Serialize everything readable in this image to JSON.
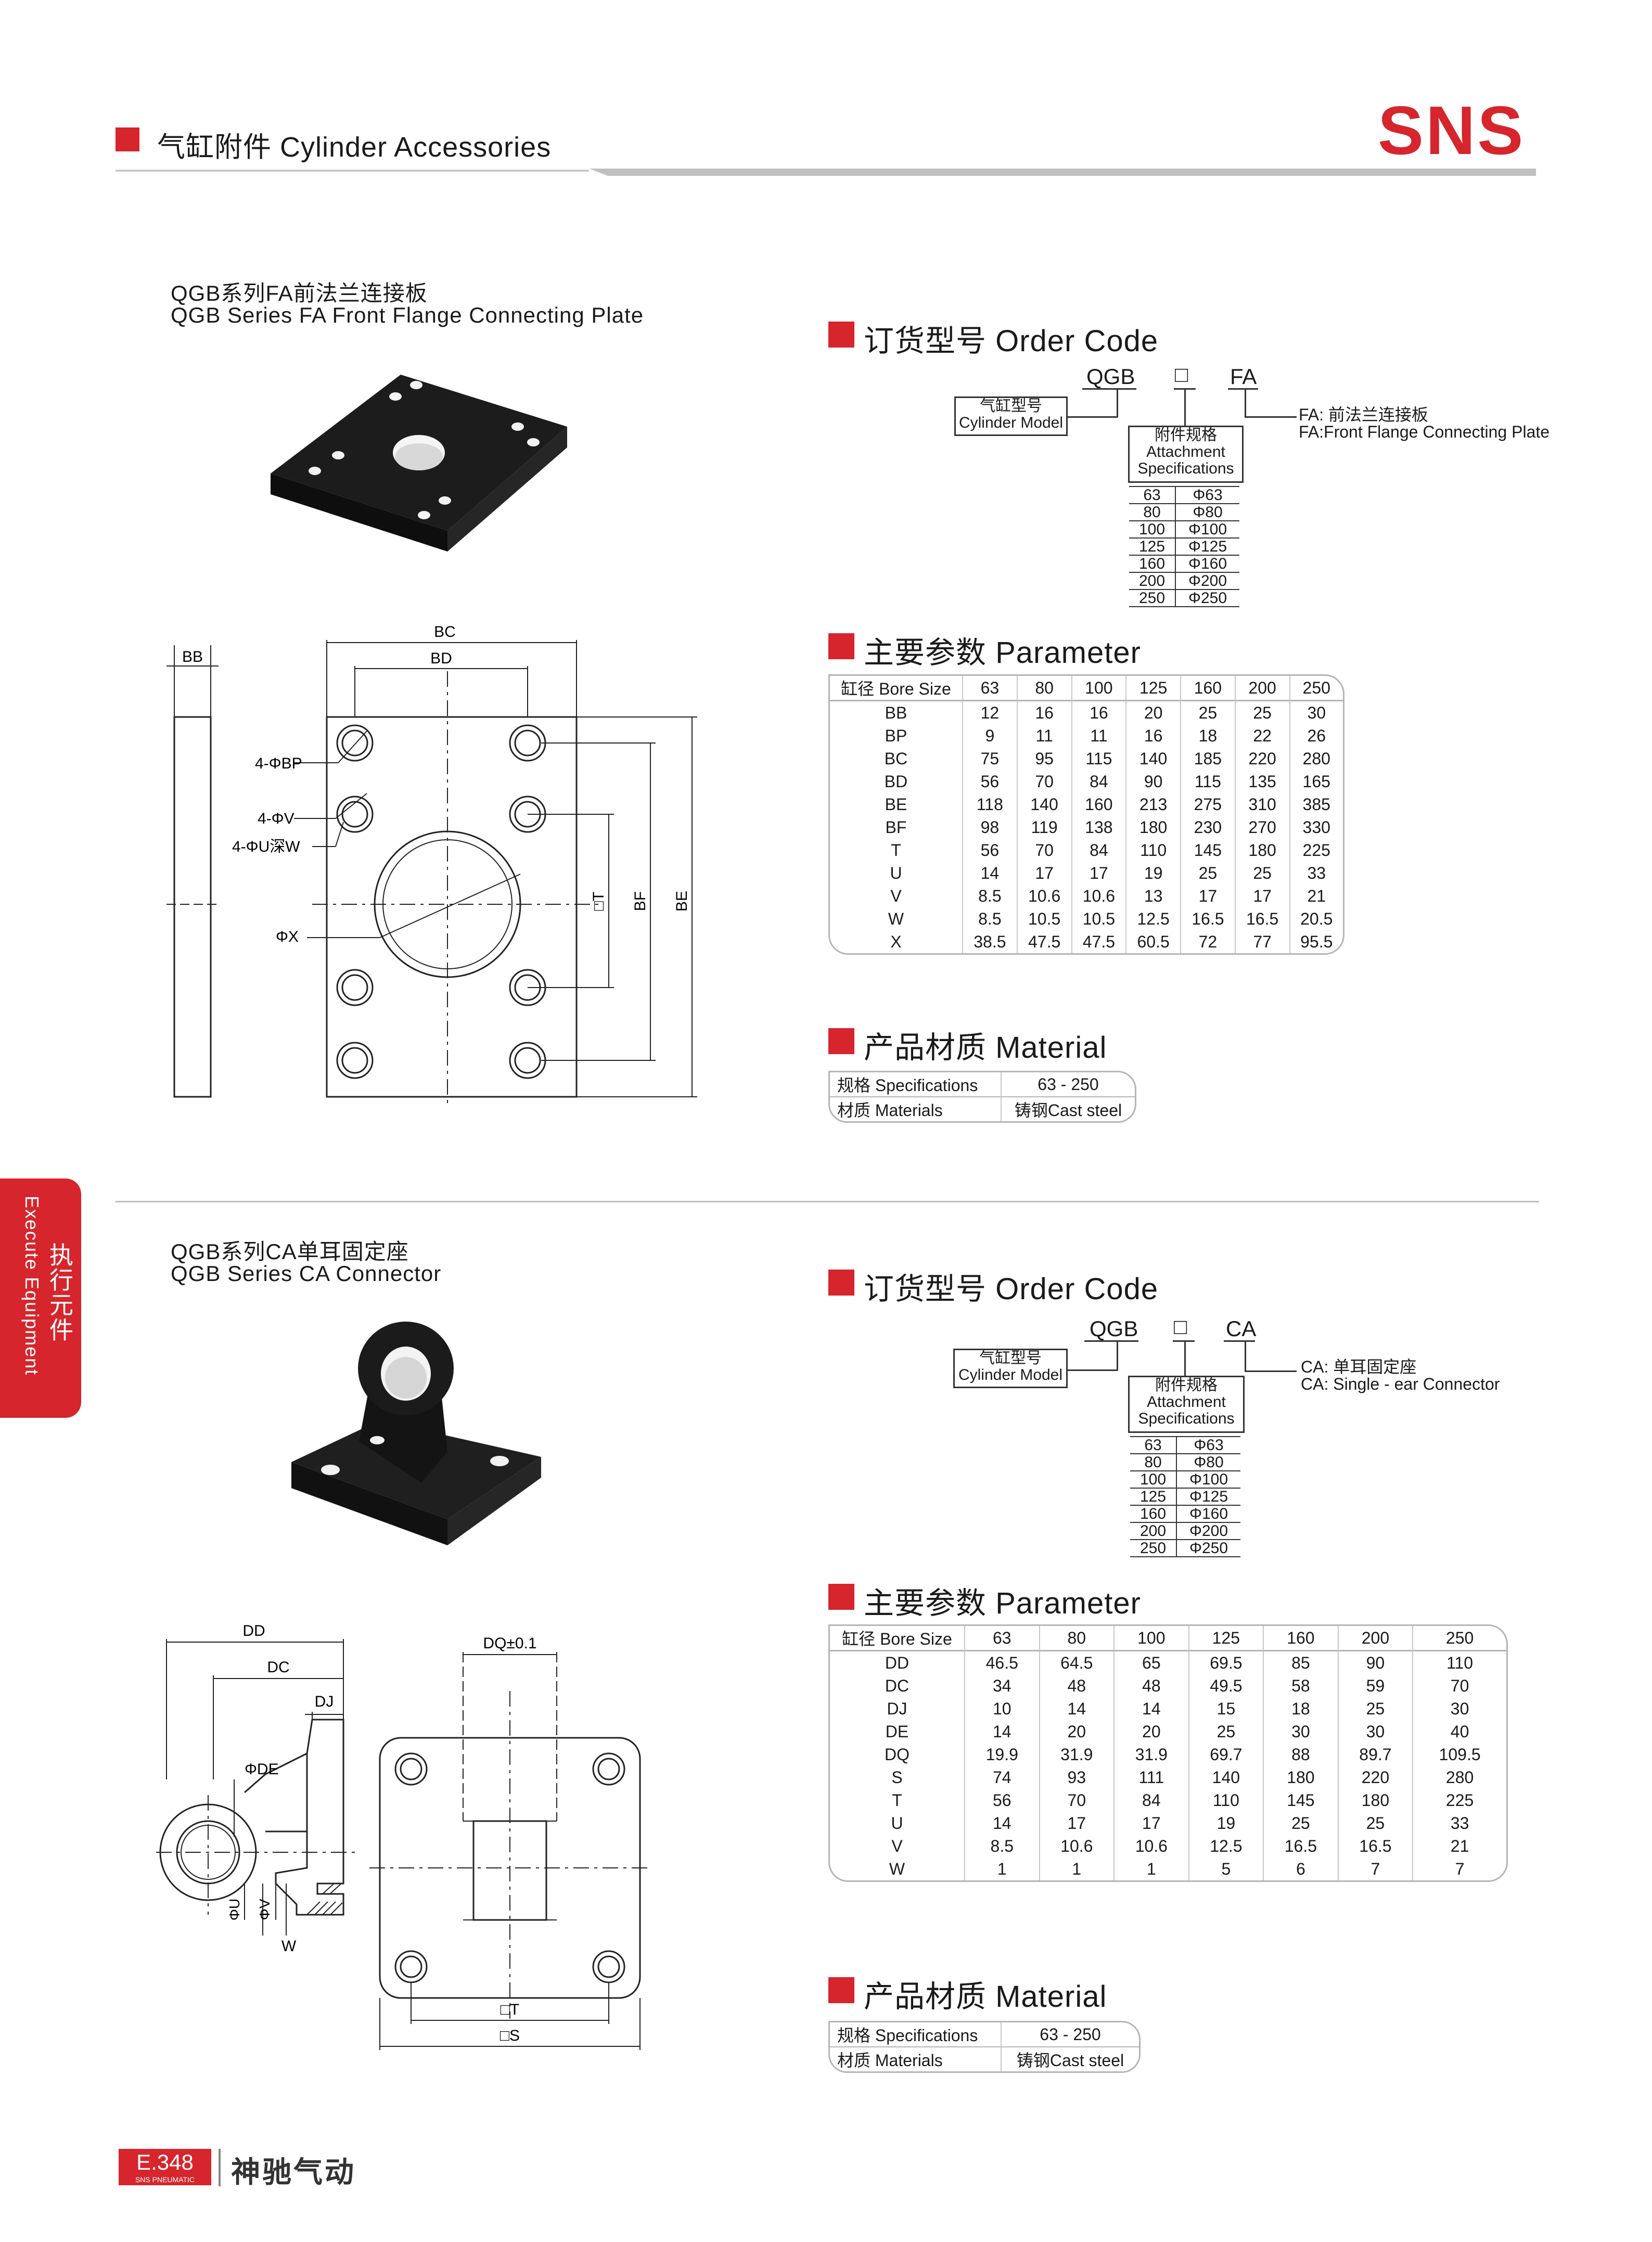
{
  "header": {
    "title": "气缸附件 Cylinder Accessories",
    "logo": "SNS"
  },
  "side_tab": {
    "cn": "执行元件",
    "en": "Execute Equipment"
  },
  "fa": {
    "title_cn": "QGB系列FA前法兰连接板",
    "title_en": "QGB Series FA Front Flange Connecting Plate",
    "order_code": {
      "heading": "订货型号 Order Code",
      "code_parts": [
        "QGB",
        "□",
        "FA"
      ],
      "model_box": [
        "气缸型号",
        "Cylinder Model"
      ],
      "spec_box": [
        "附件规格",
        "Attachment",
        "Specifications"
      ],
      "bores": [
        [
          "63",
          "Φ63"
        ],
        [
          "80",
          "Φ80"
        ],
        [
          "100",
          "Φ100"
        ],
        [
          "125",
          "Φ125"
        ],
        [
          "160",
          "Φ160"
        ],
        [
          "200",
          "Φ200"
        ],
        [
          "250",
          "Φ250"
        ]
      ],
      "note_cn": "FA: 前法兰连接板",
      "note_en": "FA:Front Flange Connecting Plate"
    },
    "parameter": {
      "heading": "主要参数 Parameter",
      "header": [
        "缸径 Bore Size",
        "63",
        "80",
        "100",
        "125",
        "160",
        "200",
        "250"
      ],
      "rows": [
        [
          "BB",
          "12",
          "16",
          "16",
          "20",
          "25",
          "25",
          "30"
        ],
        [
          "BP",
          "9",
          "11",
          "11",
          "16",
          "18",
          "22",
          "26"
        ],
        [
          "BC",
          "75",
          "95",
          "115",
          "140",
          "185",
          "220",
          "280"
        ],
        [
          "BD",
          "56",
          "70",
          "84",
          "90",
          "115",
          "135",
          "165"
        ],
        [
          "BE",
          "118",
          "140",
          "160",
          "213",
          "275",
          "310",
          "385"
        ],
        [
          "BF",
          "98",
          "119",
          "138",
          "180",
          "230",
          "270",
          "330"
        ],
        [
          "T",
          "56",
          "70",
          "84",
          "110",
          "145",
          "180",
          "225"
        ],
        [
          "U",
          "14",
          "17",
          "17",
          "19",
          "25",
          "25",
          "33"
        ],
        [
          "V",
          "8.5",
          "10.6",
          "10.6",
          "13",
          "17",
          "17",
          "21"
        ],
        [
          "W",
          "8.5",
          "10.5",
          "10.5",
          "12.5",
          "16.5",
          "16.5",
          "20.5"
        ],
        [
          "X",
          "38.5",
          "47.5",
          "47.5",
          "60.5",
          "72",
          "77",
          "95.5"
        ]
      ]
    },
    "material": {
      "heading": "产品材质 Material",
      "rows": [
        [
          "规格 Specifications",
          "63 - 250"
        ],
        [
          "材质 Materials",
          "铸钢Cast steel"
        ]
      ]
    },
    "drawing": {
      "bc": "BC",
      "bd": "BD",
      "bb": "BB",
      "bp": "4-ΦBP",
      "v": "4-ΦV",
      "u": "4-ΦU深W",
      "x": "ΦX",
      "t": "□T",
      "bf": "BF",
      "be": "BE"
    }
  },
  "ca": {
    "title_cn": "QGB系列CA单耳固定座",
    "title_en": "QGB Series CA Connector",
    "order_code": {
      "heading": "订货型号 Order Code",
      "code_parts": [
        "QGB",
        "□",
        "CA"
      ],
      "model_box": [
        "气缸型号",
        "Cylinder Model"
      ],
      "spec_box": [
        "附件规格",
        "Attachment",
        "Specifications"
      ],
      "bores": [
        [
          "63",
          "Φ63"
        ],
        [
          "80",
          "Φ80"
        ],
        [
          "100",
          "Φ100"
        ],
        [
          "125",
          "Φ125"
        ],
        [
          "160",
          "Φ160"
        ],
        [
          "200",
          "Φ200"
        ],
        [
          "250",
          "Φ250"
        ]
      ],
      "note_cn": "CA: 单耳固定座",
      "note_en": "CA: Single - ear Connector"
    },
    "parameter": {
      "heading": "主要参数 Parameter",
      "header": [
        "缸径 Bore Size",
        "63",
        "80",
        "100",
        "125",
        "160",
        "200",
        "250"
      ],
      "rows": [
        [
          "DD",
          "46.5",
          "64.5",
          "65",
          "69.5",
          "85",
          "90",
          "110"
        ],
        [
          "DC",
          "34",
          "48",
          "48",
          "49.5",
          "58",
          "59",
          "70"
        ],
        [
          "DJ",
          "10",
          "14",
          "14",
          "15",
          "18",
          "25",
          "30"
        ],
        [
          "DE",
          "14",
          "20",
          "20",
          "25",
          "30",
          "30",
          "40"
        ],
        [
          "DQ",
          "19.9",
          "31.9",
          "31.9",
          "69.7",
          "88",
          "89.7",
          "109.5"
        ],
        [
          "S",
          "74",
          "93",
          "111",
          "140",
          "180",
          "220",
          "280"
        ],
        [
          "T",
          "56",
          "70",
          "84",
          "110",
          "145",
          "180",
          "225"
        ],
        [
          "U",
          "14",
          "17",
          "17",
          "19",
          "25",
          "25",
          "33"
        ],
        [
          "V",
          "8.5",
          "10.6",
          "10.6",
          "12.5",
          "16.5",
          "16.5",
          "21"
        ],
        [
          "W",
          "1",
          "1",
          "1",
          "5",
          "6",
          "7",
          "7"
        ]
      ]
    },
    "material": {
      "heading": "产品材质 Material",
      "rows": [
        [
          "规格 Specifications",
          "63 - 250"
        ],
        [
          "材质 Materials",
          "铸钢Cast steel"
        ]
      ]
    },
    "drawing": {
      "dd": "DD",
      "dc": "DC",
      "dj": "DJ",
      "de": "ΦDE",
      "dq": "DQ±0.1",
      "u": "ΦU",
      "v": "ΦV",
      "w": "W",
      "t": "□T",
      "s": "□S"
    }
  },
  "footer": {
    "page": "E.348",
    "sub": "SNS PNEUMATIC",
    "brand": "神驰气动"
  }
}
